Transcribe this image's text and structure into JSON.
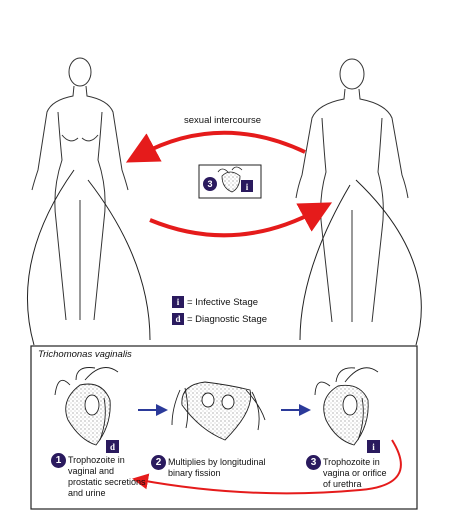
{
  "transmission_label": "sexual intercourse",
  "legend": {
    "infective_symbol": "i",
    "infective_text": "= Infective Stage",
    "diagnostic_symbol": "d",
    "diagnostic_text": "= Diagnostic Stage"
  },
  "species": "Trichomonas vaginalis",
  "center_badges": {
    "step": "3",
    "stage": "i"
  },
  "steps": [
    {
      "number": "1",
      "text": "Trophozoite in vaginal and prostatic secretions and urine",
      "stage": "d"
    },
    {
      "number": "2",
      "text": "Multiplies by longitudinal binary fission"
    },
    {
      "number": "3",
      "text": "Trophozoite in vagina or orifice of urethra",
      "stage": "i"
    }
  ],
  "colors": {
    "arrow_red": "#e51b1b",
    "arrow_blue": "#2b3a9a",
    "badge_navy": "#2a1a5e"
  }
}
